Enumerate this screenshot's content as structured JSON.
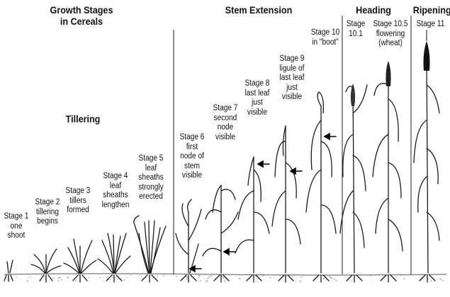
{
  "headings": {
    "title_line1": "Growth Stages",
    "title_line2": "in Cereals",
    "tillering": "Tillering",
    "stem_extension": "Stem Extension",
    "heading": "Heading",
    "ripening": "Ripening"
  },
  "stages": [
    {
      "id": "stage-1",
      "lines": [
        "Stage 1",
        "one",
        "shoot"
      ]
    },
    {
      "id": "stage-2",
      "lines": [
        "Stage 2",
        "tillering",
        "begins"
      ]
    },
    {
      "id": "stage-3",
      "lines": [
        "Stage 3",
        "tillers",
        "formed"
      ]
    },
    {
      "id": "stage-4",
      "lines": [
        "Stage 4",
        "leaf",
        "sheaths",
        "lengthen"
      ]
    },
    {
      "id": "stage-5",
      "lines": [
        "Stage 5",
        "leaf",
        "sheaths",
        "strongly",
        "erected"
      ]
    },
    {
      "id": "stage-6",
      "lines": [
        "Stage 6",
        "first",
        "node of",
        "stem",
        "visible"
      ]
    },
    {
      "id": "stage-7",
      "lines": [
        "Stage 7",
        "second",
        "node",
        "visible"
      ]
    },
    {
      "id": "stage-8",
      "lines": [
        "Stage 8",
        "last leaf",
        "just",
        "visible"
      ]
    },
    {
      "id": "stage-9",
      "lines": [
        "Stage 9",
        "ligule of",
        "last leaf",
        "just",
        "visible"
      ]
    },
    {
      "id": "stage-10",
      "lines": [
        "Stage 10",
        "in \"boot\""
      ]
    },
    {
      "id": "stage-10-1",
      "lines": [
        "Stage",
        "10.1"
      ]
    },
    {
      "id": "stage-10-5",
      "lines": [
        "Stage 10.5",
        "flowering",
        "(wheat)"
      ]
    },
    {
      "id": "stage-11",
      "lines": [
        "Stage 11"
      ]
    }
  ]
}
